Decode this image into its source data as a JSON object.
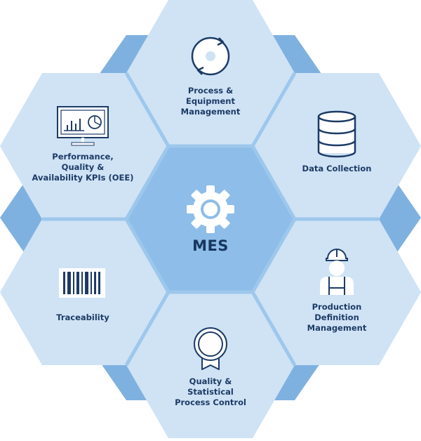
{
  "colors": {
    "background": "#ffffff",
    "band": "#7fb1e0",
    "outer_hex": "#cfe3f5",
    "center_hex": "#8dbde8",
    "gap": "#9ec7ec",
    "text": "#1d3b66",
    "icon_stroke": "#1d3b66"
  },
  "center": {
    "label": "MES",
    "icon": "gear-icon"
  },
  "modules": [
    {
      "id": "process",
      "icon": "cycle-icon",
      "lines": [
        "Process &",
        "Equipment",
        "Management"
      ]
    },
    {
      "id": "data",
      "icon": "database-icon",
      "lines": [
        "Data Collection"
      ]
    },
    {
      "id": "production",
      "icon": "worker-icon",
      "lines": [
        "Production",
        "Definition",
        "Management"
      ]
    },
    {
      "id": "quality",
      "icon": "award-icon",
      "lines": [
        "Quality &",
        "Statistical",
        "Process Control"
      ]
    },
    {
      "id": "traceability",
      "icon": "barcode-icon",
      "lines": [
        "Traceability"
      ]
    },
    {
      "id": "performance",
      "icon": "monitor-chart-icon",
      "lines": [
        "Performance,",
        "Quality &",
        "Availability KPIs (OEE)"
      ]
    }
  ]
}
